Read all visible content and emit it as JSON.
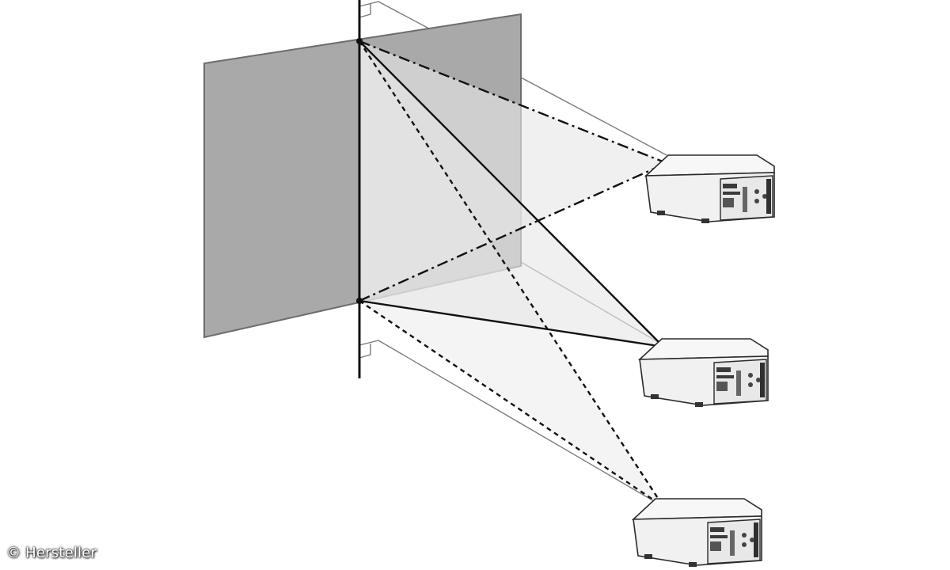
{
  "image": {
    "credit": "© Hersteller"
  },
  "colors": {
    "screen_fill": "#a9a9a9",
    "screen_edge": "#6d6d6d",
    "beam_fill": "#e3e3e3",
    "line_dark": "#111111",
    "frame_gray": "#7a7a7a",
    "projector_body": "#f4f4f4",
    "projector_edge": "#2b2b2b"
  },
  "elements": {
    "pole": "vertical-mount-pole",
    "screen": "projection-screen",
    "projectors": [
      "projector-top",
      "projector-middle",
      "projector-bottom"
    ],
    "line_styles": [
      "solid",
      "dashed",
      "dash-dot"
    ]
  }
}
